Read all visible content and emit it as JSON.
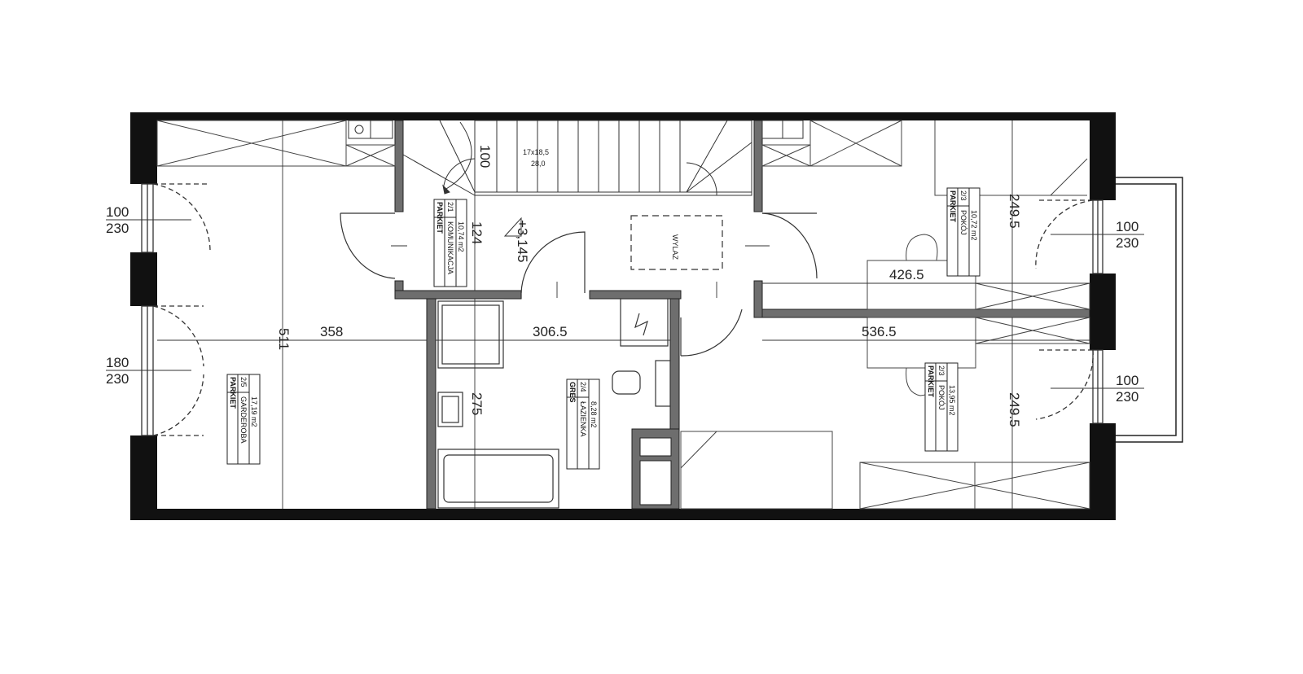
{
  "dimensions": {
    "stair_100": "100",
    "stair_steps": "17x18,5",
    "stair_run": "28,0",
    "d124": "124",
    "level": "+3,145",
    "d511": "511",
    "d358": "358",
    "d306": "306.5",
    "d275": "275",
    "d4265": "426.5",
    "d5365": "536.5",
    "d2495_top": "249.5",
    "d2495_bottom": "249.5",
    "win_left_top_w": "100",
    "win_left_top_h": "230",
    "win_left_bot_w": "180",
    "win_left_bot_h": "230",
    "win_right_top_w": "100",
    "win_right_top_h": "230",
    "win_right_bot_w": "100",
    "win_right_bot_h": "230"
  },
  "outlet_label": "WYLAZ",
  "rooms": [
    {
      "number": "2/1",
      "name": "KOMUNIKACJA",
      "floor": "PARKIET",
      "area": "10,74 m2"
    },
    {
      "number": "2/4",
      "name": "ŁAZIENKA",
      "floor": "GRES",
      "area": "8,28 m2"
    },
    {
      "number": "2/5",
      "name": "GARDEROBA",
      "floor": "PARKIET",
      "area": "17,19 m2"
    },
    {
      "number": "2/3",
      "name": "POKÓJ",
      "floor": "PARKIET",
      "area": "10,72 m2"
    },
    {
      "number": "2/3",
      "name": "POKÓJ",
      "floor": "PARKIET",
      "area": "13,95 m2"
    }
  ],
  "colors": {
    "wall": "#111111",
    "partition": "#6e6e6e",
    "line": "#333333"
  }
}
